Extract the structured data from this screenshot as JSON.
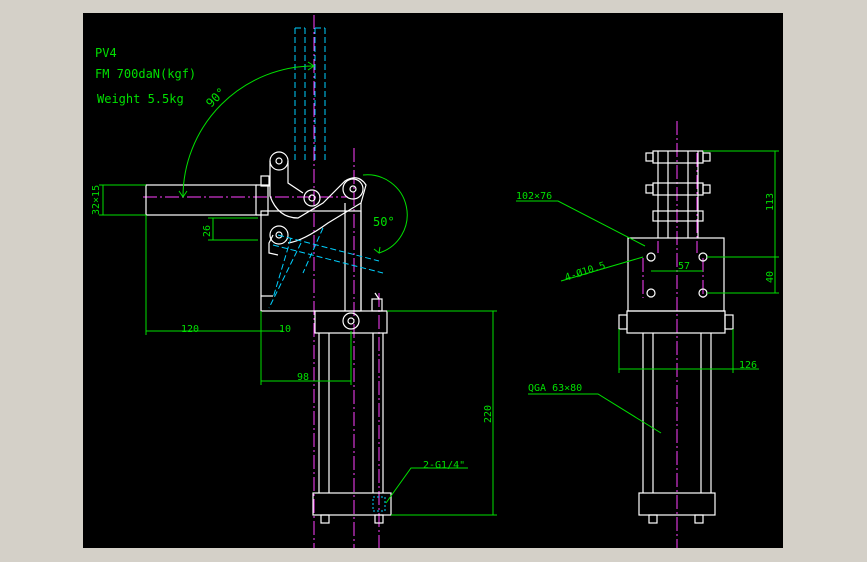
{
  "colors": {
    "background": "#000000",
    "frame": "#d4d0c8",
    "dimension": "#00e000",
    "outline": "#ffffff",
    "centerline": "#ff40ff",
    "hidden": "#00d0ff"
  },
  "notes": {
    "model": "PV4",
    "force": "FM 700daN(kgf)",
    "weight": "Weight 5.5kg"
  },
  "angles": {
    "swing": "90°",
    "lever": "50°"
  },
  "dims": {
    "d32x15": "32×15",
    "d26": "26",
    "d120": "120",
    "d10": "10",
    "d98": "98",
    "d220": "220",
    "port": "2-G1/4\"",
    "plate": "102×76",
    "hole": "4-Ø10.5",
    "d57": "57",
    "d113": "113",
    "d40": "40",
    "d126": "126",
    "cyl": "QGA 63×80"
  }
}
